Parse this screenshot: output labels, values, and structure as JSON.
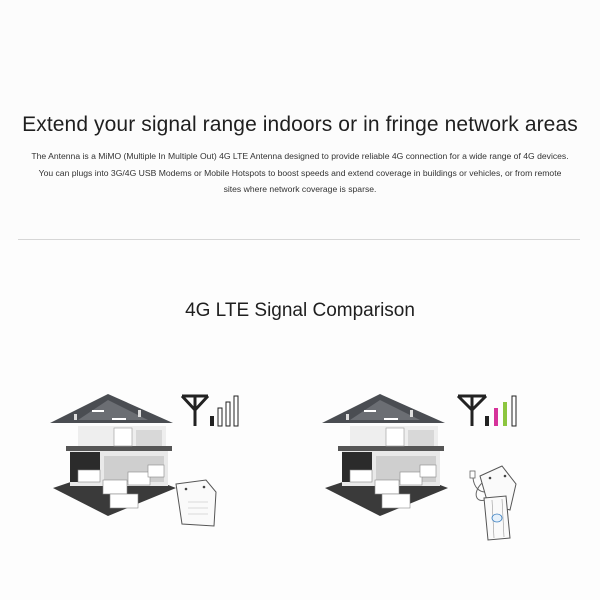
{
  "intro": {
    "headline": "Extend your signal range indoors or in fringe network areas",
    "description": "The Antenna is a MiMO (Multiple In Multiple Out) 4G LTE Antenna designed to provide reliable 4G connection for a wide range of 4G devices. You can plugs into 3G/4G USB Modems or Mobile Hotspots to boost speeds and extend coverage in buildings or vehicles, or from remote sites where network coverage is sparse."
  },
  "comparison": {
    "title": "4G LTE Signal Comparison",
    "panels": [
      {
        "id": "without-antenna",
        "image": "house-cutaway-illustration",
        "device": "router",
        "signal_icon": "antenna-signal-icon",
        "signal_bars_filled": 1,
        "signal_bar_colors": [
          "#222222",
          "#ffffff",
          "#ffffff",
          "#ffffff"
        ]
      },
      {
        "id": "with-antenna",
        "image": "house-cutaway-illustration",
        "device": "router-with-mimo-antenna",
        "signal_icon": "antenna-signal-icon",
        "signal_bars_filled": 3,
        "signal_bar_colors": [
          "#222222",
          "#d6339a",
          "#8cc63f",
          "#ffffff"
        ]
      }
    ]
  },
  "colors": {
    "background": "#fdfdfd",
    "divider": "#d6d6d6",
    "text": "#1f1f1f",
    "bar_magenta": "#d6339a",
    "bar_green": "#8cc63f"
  }
}
